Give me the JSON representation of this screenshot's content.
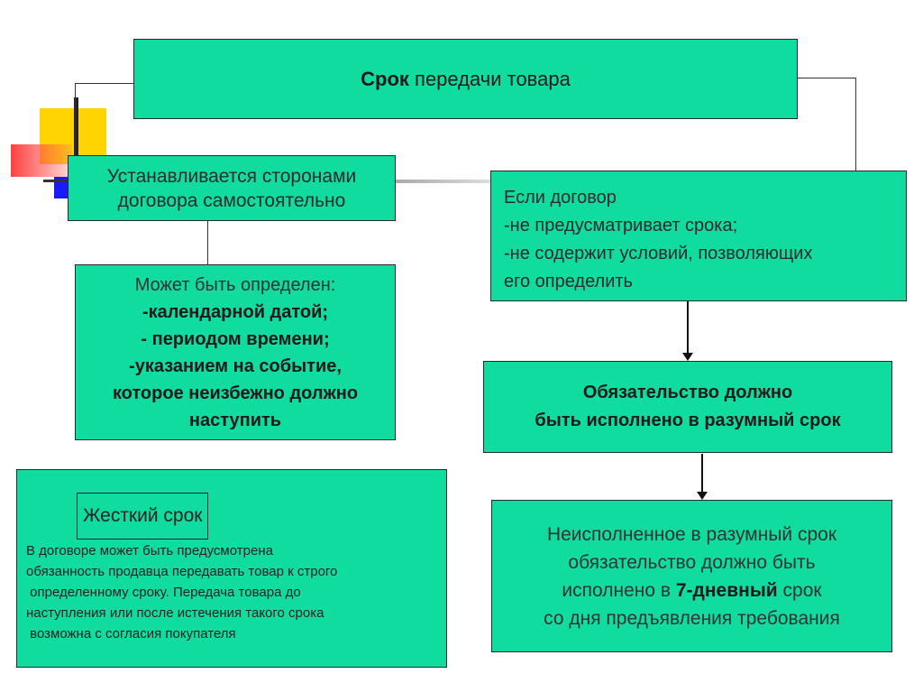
{
  "title": {
    "bold": "Срок",
    "rest": " передачи товара"
  },
  "set_by_parties": {
    "line1": "Устанавливается сторонами",
    "line2": "договора самостоятельно"
  },
  "may_be_defined": {
    "intro": "Может быть определен:",
    "items": [
      "-календарной датой;",
      "- периодом времени;",
      "-указанием на событие,",
      "которое неизбежно должно",
      "наступить"
    ]
  },
  "if_contract": {
    "lines": [
      "Если договор",
      "-не предусматривает срока;",
      "-не содержит условий, позволяющих",
      "его определить"
    ]
  },
  "obligation": {
    "line1": "Обязательство должно",
    "line2": "быть исполнено в разумный срок"
  },
  "seven_day": {
    "line1": "Неисполненное в разумный срок",
    "line2": "обязательство должно быть",
    "line3_pre": "исполнено в ",
    "line3_bold": "7-дневный",
    "line3_post": " срок",
    "line4": "со дня предъявления  требования"
  },
  "hard_term": {
    "title": "Жесткий срок",
    "lines": [
      "В договоре может быть предусмотрена",
      "обязанность продавца передавать товар к строго",
      " определенному сроку. Передача товара до",
      "наступления или после истечения такого срока",
      " возможна с согласия покупателя"
    ]
  },
  "colors": {
    "box_fill": "#10dca0",
    "deco_yellow": "#ffd400",
    "deco_red": "#ff4040",
    "deco_blue": "#1a1aff"
  }
}
